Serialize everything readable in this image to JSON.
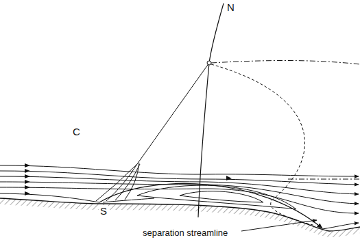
{
  "diagram": {
    "labels": [
      "N",
      "C",
      "S",
      "separation streamline"
    ]
  }
}
